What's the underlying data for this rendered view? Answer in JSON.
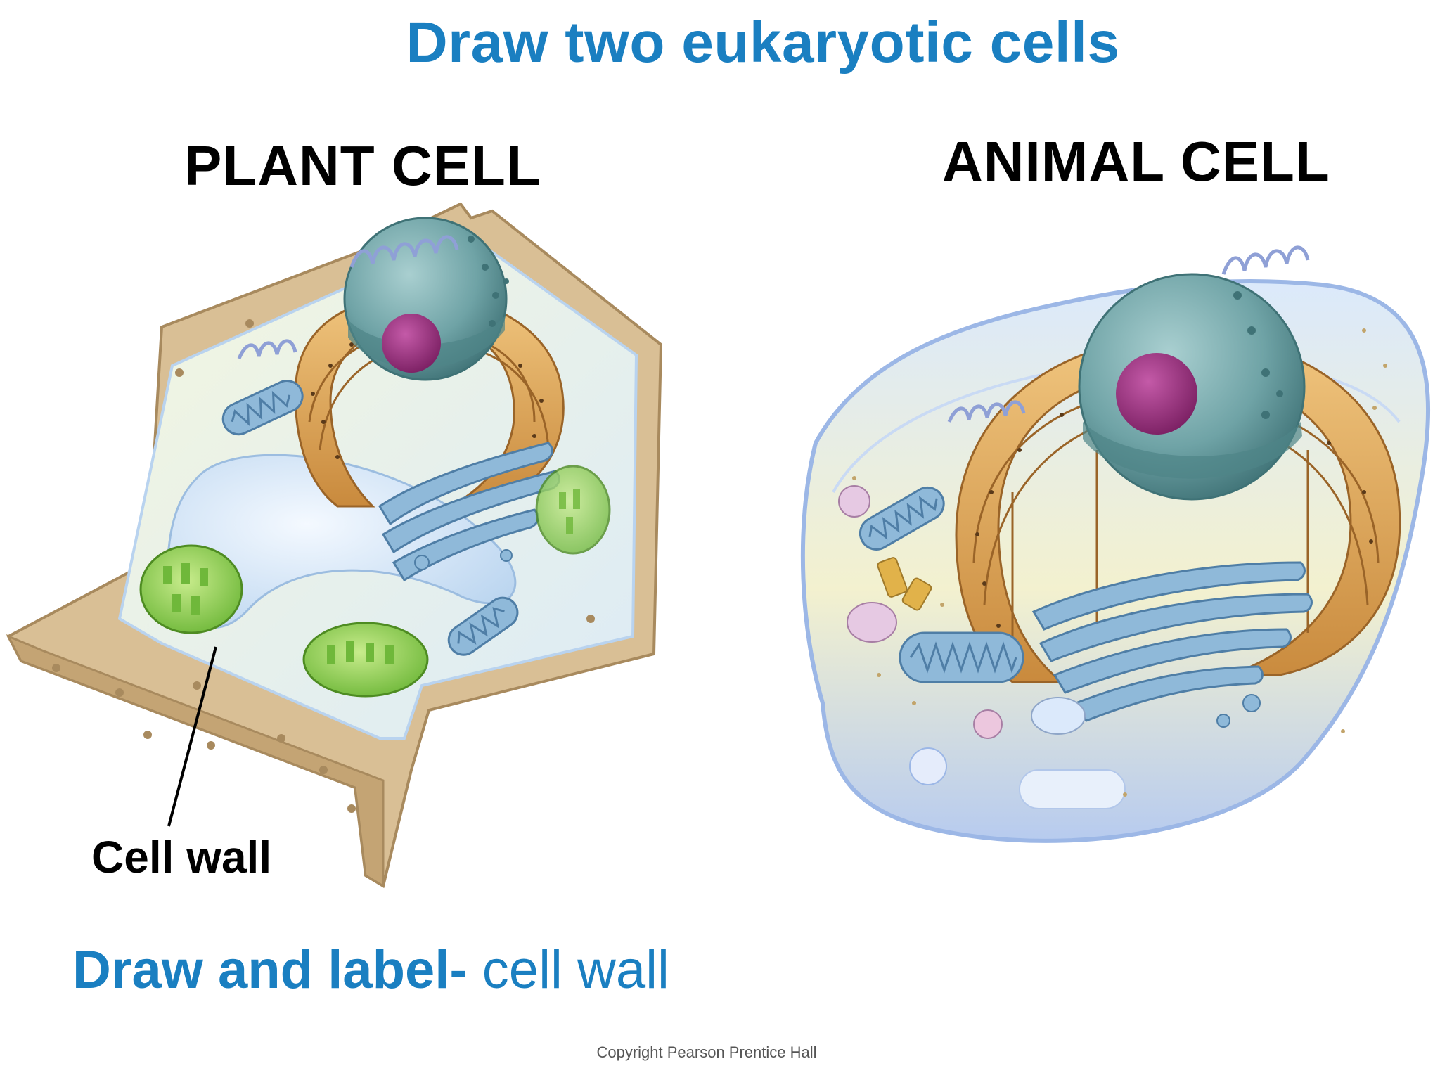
{
  "title": "Draw two eukaryotic cells",
  "plant_cell": {
    "heading": "PLANT CELL",
    "label": "Cell wall"
  },
  "animal_cell": {
    "heading": "ANIMAL CELL"
  },
  "instruction": {
    "bold_part": "Draw and label-",
    "regular_part": " cell wall"
  },
  "copyright": "Copyright Pearson Prentice Hall",
  "colors": {
    "title_blue": "#1a7fc1",
    "cell_wall_tan": "#d9bf95",
    "nucleus_teal": "#6fa3a6",
    "nucleolus_purple": "#9a2a7c",
    "er_orange": "#d9984f",
    "golgi_blue": "#8fb9d9",
    "chloroplast_green": "#8cc84b",
    "membrane_blue": "#b9d3ef"
  }
}
